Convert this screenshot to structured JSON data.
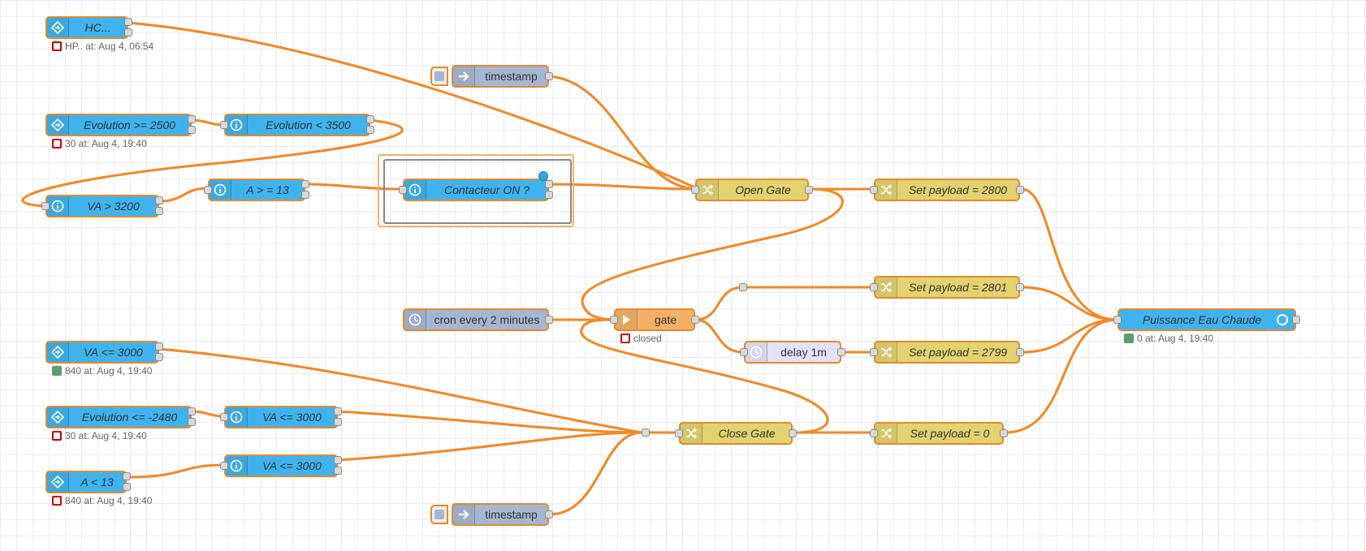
{
  "flow": {
    "nodes": {
      "hc": {
        "label": "HC..."
      },
      "evo_ge": {
        "label": "Evolution >= 2500"
      },
      "evo_lt": {
        "label": "Evolution < 3500"
      },
      "va_gt": {
        "label": "VA > 3200"
      },
      "a_ge": {
        "label": "A > = 13"
      },
      "contacteur": {
        "label": "Contacteur ON ?"
      },
      "ts_top": {
        "label": "timestamp"
      },
      "open_gate": {
        "label": "Open Gate"
      },
      "set2800": {
        "label": "Set payload = 2800"
      },
      "cron": {
        "label": "cron every 2 minutes"
      },
      "gate": {
        "label": "gate"
      },
      "set2801": {
        "label": "Set payload = 2801"
      },
      "delay": {
        "label": "delay 1m"
      },
      "set2799": {
        "label": "Set payload = 2799"
      },
      "puissance": {
        "label": "Puissance Eau Chaude"
      },
      "va_le_1": {
        "label": "VA <= 3000"
      },
      "evo_le": {
        "label": "Evolution <= -2480"
      },
      "va_le_2": {
        "label": "VA <= 3000"
      },
      "a_lt": {
        "label": "A < 13"
      },
      "va_le_3": {
        "label": "VA <= 3000"
      },
      "close_gate": {
        "label": "Close Gate"
      },
      "set0": {
        "label": "Set payload = 0"
      },
      "ts_bottom": {
        "label": "timestamp"
      }
    },
    "status": {
      "hc": "HP.. at: Aug 4, 06:54",
      "evo_ge": "30 at: Aug 4, 19:40",
      "gate": "closed",
      "puissance": "0 at: Aug 4, 19:40",
      "va_le_1": "840 at: Aug 4, 19:40",
      "evo_le": "30 at: Aug 4, 19:40",
      "a_lt": "840 at: Aug 4, 19:40"
    },
    "colors": {
      "wire": "#f58621",
      "node_border": "#e8882b",
      "blue_node": "#3fb3ee",
      "yellow_node": "#e3d270",
      "grey_node": "#a5b7d0",
      "orange_node": "#f2b167",
      "lavender_node": "#e4e2f8"
    },
    "icons": {
      "ha_state": "house-arrow-icon",
      "current_state": "info-circle-icon",
      "change": "shuffle-icon",
      "inject": "arrow-right-icon",
      "cron": "timer-icon",
      "gate": "arrow-right-icon",
      "delay": "timer-icon",
      "output": "circle-icon"
    }
  }
}
